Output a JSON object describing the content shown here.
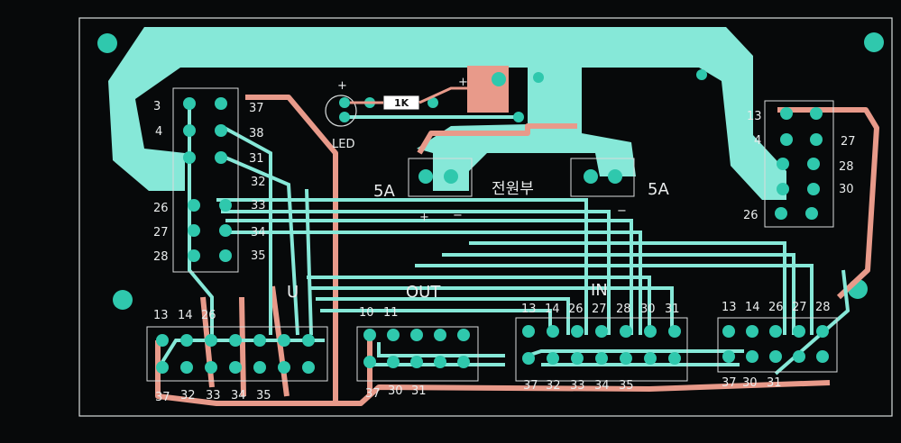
{
  "board": {
    "colors": {
      "background": "#07090a",
      "outline": "#d8dcdc",
      "top_copper": "#86e8d8",
      "bottom_copper": "#e89a8a",
      "pad": "#2fc8ad",
      "silkscreen": "#e9ecec"
    },
    "labels": {
      "resistor": "1K",
      "led": "LED",
      "led_plus": "+",
      "supply_plus": "+",
      "power_section": "전원부",
      "fuse_left": "5A",
      "fuse_right": "5A",
      "minus_left": "−",
      "minus_right": "−",
      "plus_left": "+",
      "out_header": "OUT",
      "in_header": "IN",
      "left_header_u": "U"
    },
    "left_connector": {
      "row_labels": [
        "3",
        "4",
        "26",
        "27",
        "28"
      ],
      "right_labels": [
        "37",
        "38",
        "31",
        "32",
        "33",
        "34",
        "35"
      ]
    },
    "right_connector": {
      "row_labels": [
        "13",
        "4",
        "26"
      ],
      "right_labels": [
        "27",
        "28",
        "30"
      ]
    },
    "bottom_headers": [
      {
        "top_labels": [
          "13",
          "14",
          "26"
        ],
        "bottom_labels": [
          "37",
          "32",
          "33",
          "34",
          "35"
        ]
      },
      {
        "top_labels": [
          "10",
          "11"
        ],
        "bottom_labels": [
          "37",
          "30",
          "31"
        ]
      },
      {
        "top_labels": [
          "13",
          "14",
          "26",
          "27",
          "28",
          "30",
          "31"
        ],
        "bottom_labels": [
          "37",
          "32",
          "33",
          "34",
          "35"
        ]
      },
      {
        "top_labels": [
          "13",
          "14",
          "26",
          "27",
          "28"
        ],
        "bottom_labels": [
          "37",
          "30",
          "31"
        ]
      }
    ]
  }
}
